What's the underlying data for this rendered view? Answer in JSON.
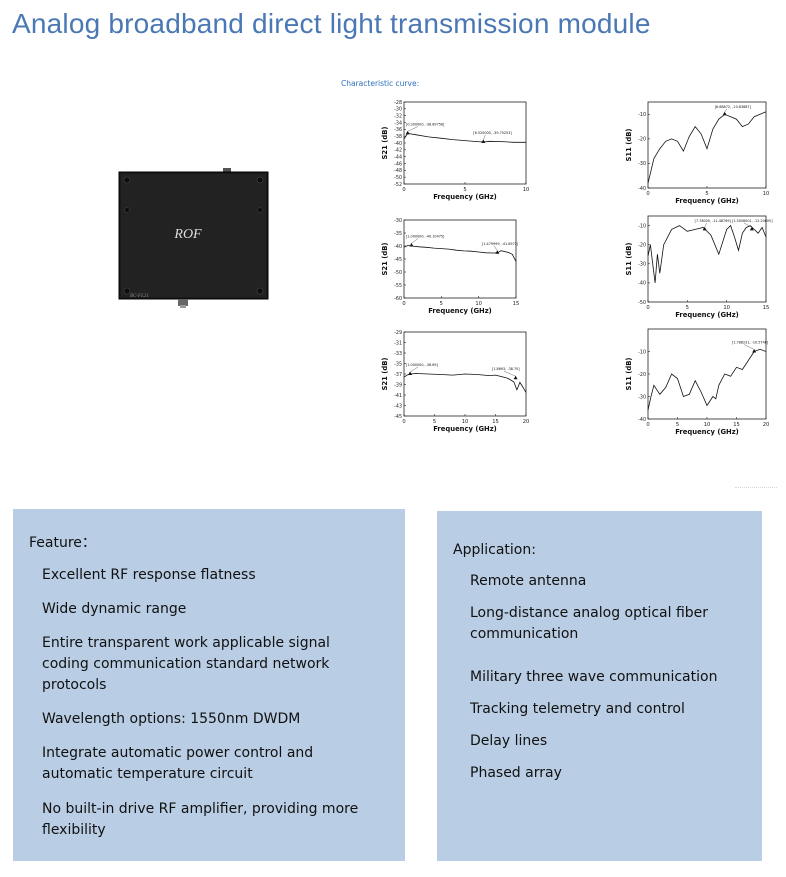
{
  "page": {
    "title": "Analog broadband direct light transmission module",
    "curve_label": "Characteristic curve:"
  },
  "product": {
    "label": "ROF",
    "model": "BC-FL21"
  },
  "chart_data": [
    {
      "type": "line",
      "xlabel": "Frequency (GHz)",
      "ylabel": "S21 (dB)",
      "xlim": [
        0,
        10
      ],
      "ylim": [
        -52,
        -28
      ],
      "xticks": [
        0,
        5,
        10
      ],
      "yticks": [
        -28,
        -30,
        -32,
        -34,
        -36,
        -38,
        -40,
        -42,
        -44,
        -46,
        -48,
        -50,
        -52
      ],
      "x": [
        0,
        0.3,
        1,
        2,
        3,
        4,
        5,
        6,
        6.5,
        7,
        8,
        9,
        10
      ],
      "y": [
        -38.8,
        -37.2,
        -37.6,
        -38.2,
        -38.6,
        -39.0,
        -39.3,
        -39.6,
        -39.7,
        -39.5,
        -39.6,
        -39.8,
        -39.8
      ],
      "annotations": [
        {
          "x": 0.3,
          "y": -37.2,
          "text": "[0.300000, -36.89756]"
        },
        {
          "x": 6.5,
          "y": -39.7,
          "text": "[6.520000, -39.75253]"
        }
      ]
    },
    {
      "type": "line",
      "xlabel": "Frequency (GHz)",
      "ylabel": "S11 (dB)",
      "xlim": [
        0,
        10
      ],
      "ylim": [
        -40,
        -5
      ],
      "xticks": [
        0,
        5,
        10
      ],
      "yticks": [
        -10,
        -20,
        -30,
        -40
      ],
      "x": [
        0,
        0.2,
        0.5,
        1,
        1.5,
        2,
        2.5,
        3,
        3.5,
        4,
        4.5,
        5,
        5.5,
        6,
        6.5,
        7,
        7.5,
        8,
        8.5,
        9,
        9.5,
        10
      ],
      "y": [
        -38,
        -34,
        -28,
        -24,
        -21,
        -20,
        -21,
        -25,
        -19,
        -15,
        -18,
        -24,
        -16,
        -12,
        -10,
        -11,
        -12,
        -15,
        -14,
        -11,
        -10,
        -9
      ],
      "annotations": [
        {
          "x": 6.5,
          "y": -10,
          "text": "[6.68872, -10.83687]"
        }
      ]
    },
    {
      "type": "line",
      "xlabel": "Frequency (GHz)",
      "ylabel": "S21 (dB)",
      "xlim": [
        0,
        15
      ],
      "ylim": [
        -60,
        -30
      ],
      "xticks": [
        0,
        5,
        10,
        15
      ],
      "yticks": [
        -30,
        -35,
        -40,
        -45,
        -50,
        -55,
        -60
      ],
      "x": [
        0,
        0.5,
        1,
        2,
        3,
        4,
        5,
        6,
        7,
        8,
        9,
        10,
        11,
        12,
        12.5,
        13,
        14,
        14.5,
        15
      ],
      "y": [
        -40.5,
        -39.8,
        -40.0,
        -40.3,
        -40.5,
        -40.8,
        -41.0,
        -41.2,
        -41.6,
        -41.9,
        -42.0,
        -42.3,
        -42.6,
        -42.7,
        -42.6,
        -41.8,
        -42.5,
        -43.2,
        -46.0
      ],
      "annotations": [
        {
          "x": 1,
          "y": -39.8,
          "text": "[1.000000, -40.10475]"
        },
        {
          "x": 12.5,
          "y": -42.6,
          "text": "[1.479999, -41.8972]"
        }
      ]
    },
    {
      "type": "line",
      "xlabel": "Frequency (GHz)",
      "ylabel": "S11 (dB)",
      "xlim": [
        0,
        15
      ],
      "ylim": [
        -50,
        -5
      ],
      "xticks": [
        0,
        5,
        10,
        15
      ],
      "yticks": [
        -10,
        -20,
        -30,
        -40,
        -50
      ],
      "x": [
        0,
        0.3,
        0.6,
        0.9,
        1.2,
        1.5,
        2,
        3,
        4,
        5,
        6,
        7,
        8,
        9,
        10,
        10.5,
        11,
        11.5,
        12,
        12.5,
        13,
        13.5,
        14,
        14.5,
        15
      ],
      "y": [
        -26,
        -20,
        -30,
        -40,
        -25,
        -35,
        -20,
        -12,
        -10,
        -13,
        -12,
        -11,
        -15,
        -25,
        -12,
        -10,
        -16,
        -23,
        -14,
        -11,
        -10,
        -12,
        -14,
        -11,
        -16
      ],
      "annotations": [
        {
          "x": 7.2,
          "y": -12,
          "text": "[7.78000, -11.48769]"
        },
        {
          "x": 13.2,
          "y": -12,
          "text": "[1.3058001, -12.20605]"
        }
      ]
    },
    {
      "type": "line",
      "xlabel": "Frequency (GHz)",
      "ylabel": "S21 (dB)",
      "xlim": [
        0,
        20
      ],
      "ylim": [
        -45,
        -29
      ],
      "xticks": [
        0,
        5,
        10,
        15,
        20
      ],
      "yticks": [
        -29,
        -31,
        -33,
        -35,
        -37,
        -39,
        -41,
        -43,
        -45
      ],
      "x": [
        0,
        0.5,
        1,
        2,
        4,
        6,
        8,
        10,
        12,
        14,
        15,
        16,
        17,
        18,
        18.5,
        19,
        19.5,
        20
      ],
      "y": [
        -37.6,
        -37.2,
        -37.0,
        -36.9,
        -37.0,
        -37.1,
        -37.2,
        -37.0,
        -37.1,
        -37.3,
        -37.2,
        -37.5,
        -37.8,
        -38.5,
        -40.0,
        -38.6,
        -39.5,
        -40.5
      ],
      "annotations": [
        {
          "x": 1.0,
          "y": -37.0,
          "text": "[1.000000, -36.89]"
        },
        {
          "x": 18.3,
          "y": -37.8,
          "text": "[1.8693, -38.70]"
        }
      ]
    },
    {
      "type": "line",
      "xlabel": "Frequency (GHz)",
      "ylabel": "S11 (dB)",
      "xlim": [
        0,
        20
      ],
      "ylim": [
        -40,
        0
      ],
      "xticks": [
        0,
        5,
        10,
        15,
        20
      ],
      "yticks": [
        -10,
        -20,
        -30,
        -40
      ],
      "x": [
        0,
        0.5,
        1,
        2,
        3,
        4,
        5,
        6,
        7,
        8,
        9,
        10,
        11,
        11.5,
        12,
        13,
        14,
        15,
        16,
        17,
        18,
        19,
        20
      ],
      "y": [
        -36,
        -30,
        -25,
        -29,
        -26,
        -20,
        -22,
        -30,
        -29,
        -23,
        -28,
        -34,
        -30,
        -31,
        -25,
        -20,
        -21,
        -17,
        -18,
        -14,
        -10,
        -9,
        -10
      ],
      "annotations": [
        {
          "x": 18,
          "y": -10,
          "text": "[1.788231, -10.5748]"
        }
      ]
    }
  ],
  "feature": {
    "header": "Feature：",
    "items": [
      "Excellent RF response flatness",
      "Wide dynamic range",
      "Entire transparent work applicable signal coding communication standard network protocols",
      "Wavelength options: 1550nm DWDM",
      "Integrate automatic power control and automatic temperature circuit",
      "No built-in drive RF amplifier, providing more flexibility"
    ]
  },
  "application": {
    "header": "Application:",
    "items": [
      "Remote antenna",
      "Long-distance analog optical fiber communication",
      "Military three wave communication",
      "Tracking telemetry and control",
      "Delay lines",
      "Phased array"
    ]
  }
}
